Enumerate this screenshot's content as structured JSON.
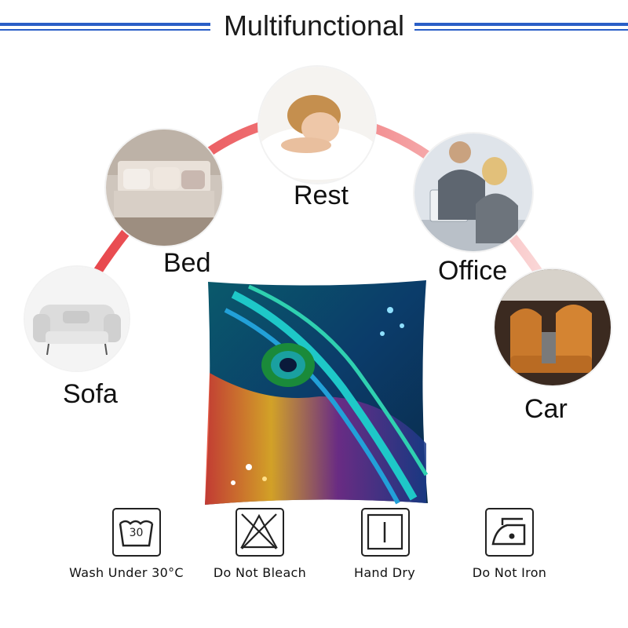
{
  "header": {
    "title": "Multifunctional"
  },
  "uses": [
    {
      "label": "Sofa"
    },
    {
      "label": "Bed"
    },
    {
      "label": "Rest"
    },
    {
      "label": "Office"
    },
    {
      "label": "Car"
    }
  ],
  "care": [
    {
      "label": "Wash Under 30°C",
      "icon_text": "30"
    },
    {
      "label": "Do Not Bleach"
    },
    {
      "label": "Hand Dry"
    },
    {
      "label": "Do Not Iron"
    }
  ],
  "colors": {
    "accent_blue": "#2b5fc7",
    "arc_red": "#e8474c"
  }
}
